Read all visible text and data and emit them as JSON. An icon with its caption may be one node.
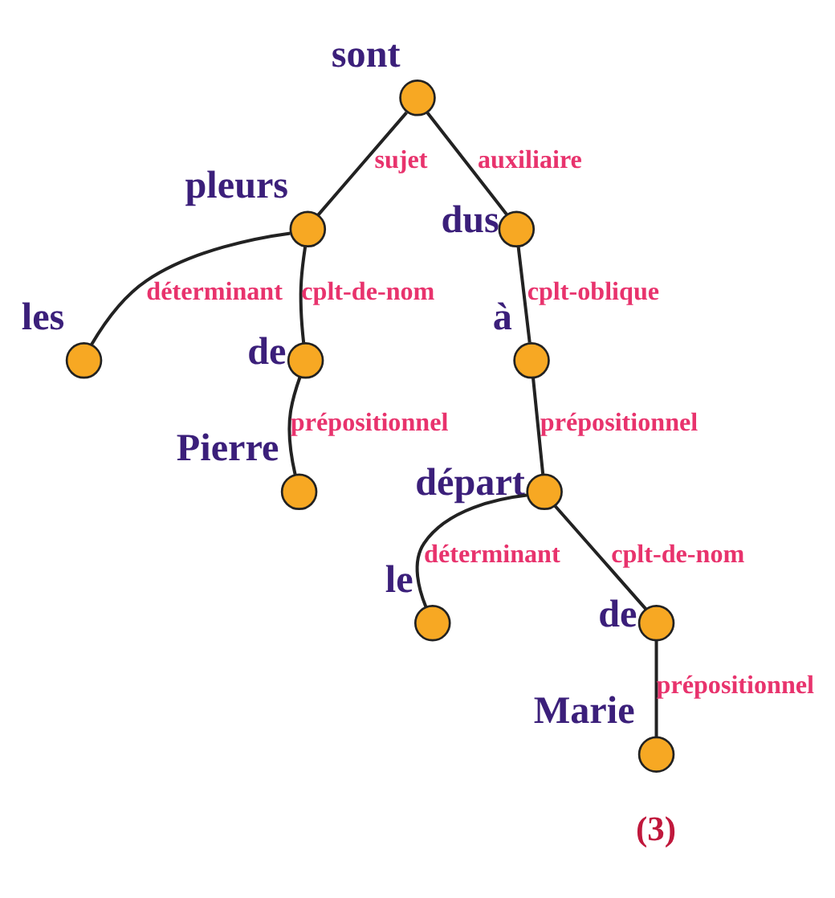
{
  "diagram": {
    "nodes": [
      {
        "text": [],
        "shape": "circle",
        "beside": [
          "sont"
        ]
      },
      {
        "text": [],
        "shape": "circle",
        "beside": [
          "pleurs"
        ]
      },
      {
        "text": [],
        "shape": "circle",
        "beside": [
          "dus"
        ]
      },
      {
        "text": [],
        "shape": "circle",
        "beside": [
          "les"
        ]
      },
      {
        "text": [],
        "shape": "circle",
        "beside": [
          "de"
        ]
      },
      {
        "text": [],
        "shape": "circle",
        "beside": [
          "à"
        ]
      },
      {
        "text": [],
        "shape": "circle",
        "beside": [
          "Pierre"
        ]
      },
      {
        "text": [],
        "shape": "circle",
        "beside": [
          "départ"
        ]
      },
      {
        "text": [],
        "shape": "circle",
        "beside": [
          "le"
        ]
      },
      {
        "text": [],
        "shape": "circle",
        "beside": [
          "de"
        ]
      },
      {
        "text": [],
        "shape": "circle",
        "beside": [
          "Marie"
        ]
      }
    ],
    "edges": [
      {
        "from": 0,
        "to": 1,
        "arrow": "none",
        "label": "sujet"
      },
      {
        "from": 0,
        "to": 2,
        "arrow": "none",
        "label": "auxiliaire"
      },
      {
        "from": 1,
        "to": 3,
        "arrow": "none",
        "label": "déterminant"
      },
      {
        "from": 1,
        "to": 4,
        "arrow": "none",
        "label": "cplt-de-nom"
      },
      {
        "from": 2,
        "to": 5,
        "arrow": "none",
        "label": "cplt-oblique"
      },
      {
        "from": 4,
        "to": 6,
        "arrow": "none",
        "label": "prépositionnel"
      },
      {
        "from": 5,
        "to": 7,
        "arrow": "none",
        "label": "prépositionnel"
      },
      {
        "from": 7,
        "to": 8,
        "arrow": "none",
        "label": "déterminant"
      },
      {
        "from": 7,
        "to": 9,
        "arrow": "none",
        "label": "cplt-de-nom"
      },
      {
        "from": 9,
        "to": 10,
        "arrow": "none",
        "label": "prépositionnel"
      }
    ],
    "labels": [
      "(3)"
    ]
  }
}
